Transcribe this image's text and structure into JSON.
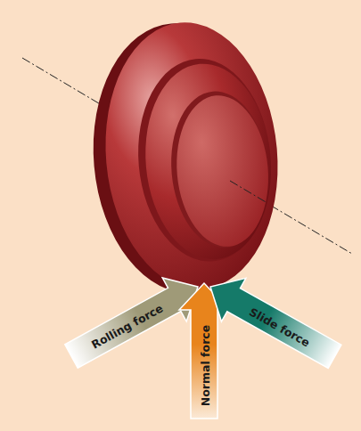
{
  "diagram": {
    "labels": [
      "Rolling force",
      "Normal force",
      "Slide force"
    ]
  }
}
